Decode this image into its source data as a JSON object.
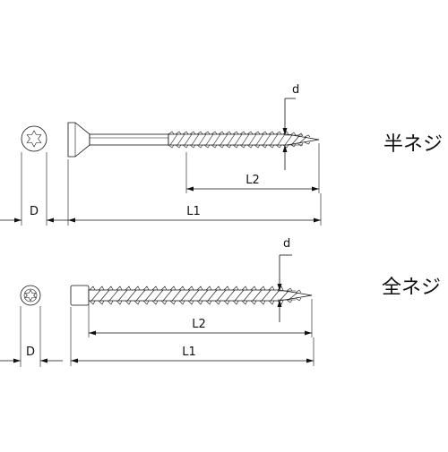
{
  "labels": {
    "half_thread": "半ネジ",
    "full_thread": "全ネジ"
  },
  "dimensions": {
    "D": "D",
    "d": "d",
    "L1": "L1",
    "L2": "L2"
  }
}
